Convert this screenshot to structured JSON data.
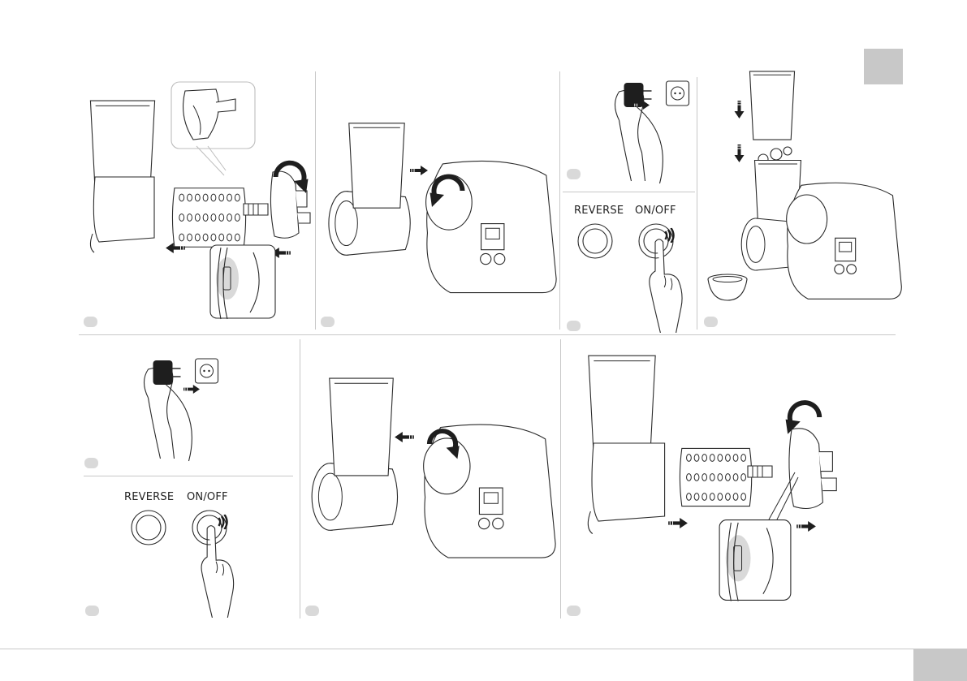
{
  "panels": {
    "power_top": {
      "reverse_label": "REVERSE",
      "onoff_label": "ON/OFF"
    },
    "power_bottom": {
      "reverse_label": "REVERSE",
      "onoff_label": "ON/OFF"
    }
  },
  "icons": {
    "arrow": "arrow-icon",
    "rotate": "rotate-arrow-icon",
    "press": "press-waves-icon"
  },
  "colors": {
    "line": "#2a2a2a",
    "divider": "#c8c8c8",
    "tab": "#c8c8c8",
    "badge": "#d9d9d9",
    "highlight": "#cfcfcf"
  }
}
